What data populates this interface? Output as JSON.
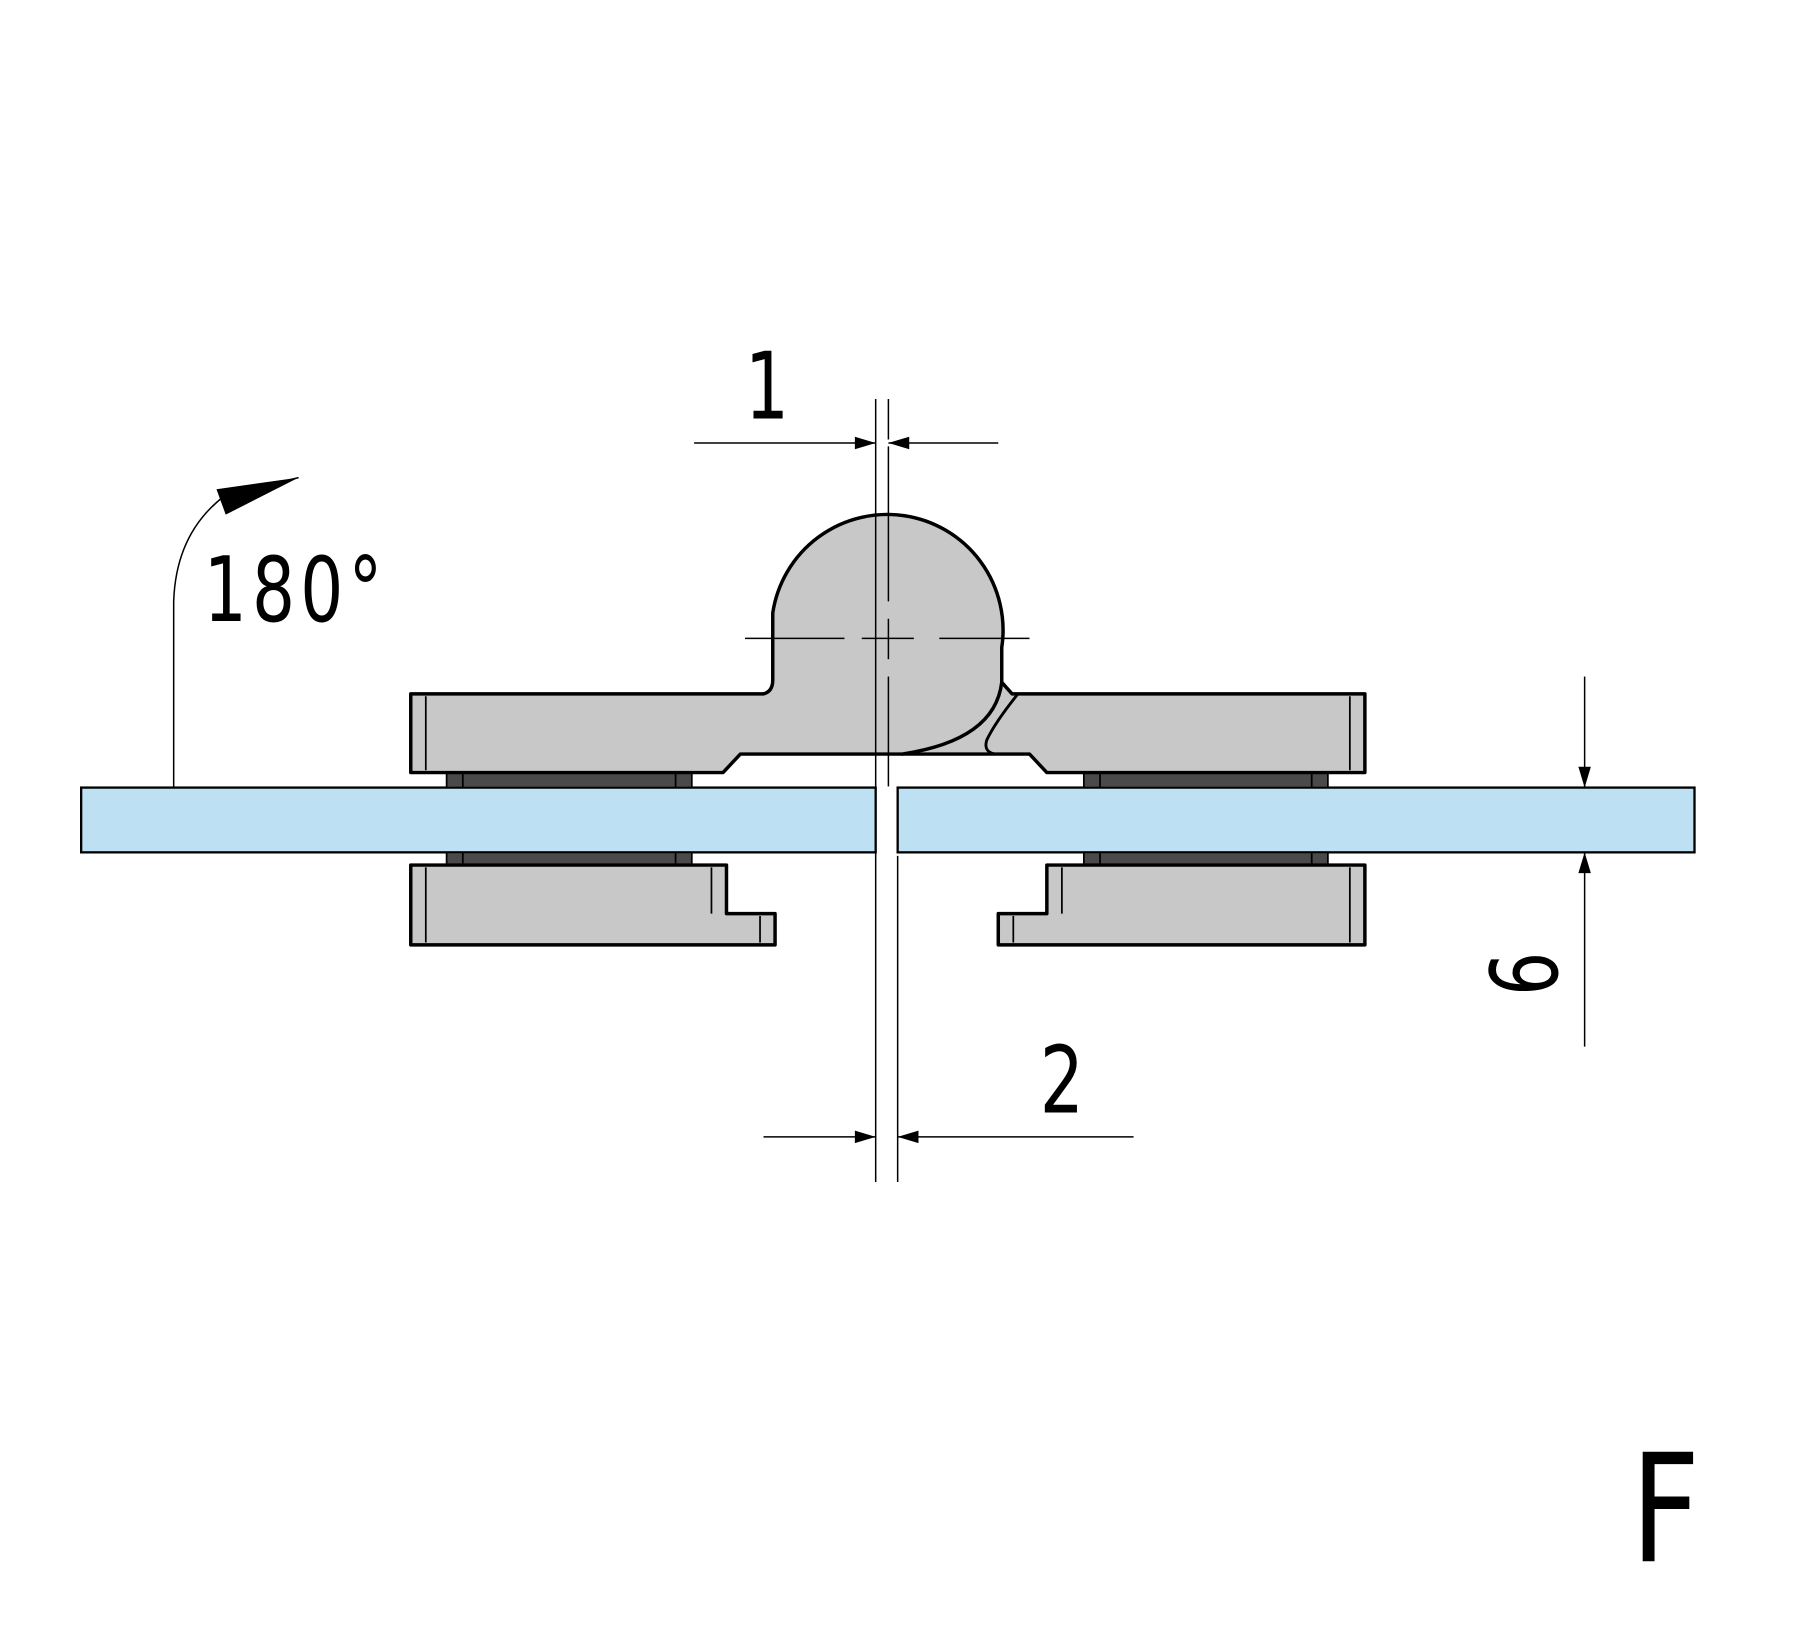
{
  "drawing": {
    "angle_label": "180°",
    "dim_top": "1",
    "dim_bottom": "2",
    "dim_thickness": "6",
    "view_label": "F"
  },
  "colors": {
    "glass": "#bde0f2",
    "metal": "#c8c8c8",
    "gasket": "#4a4a4a",
    "line": "#000000"
  }
}
